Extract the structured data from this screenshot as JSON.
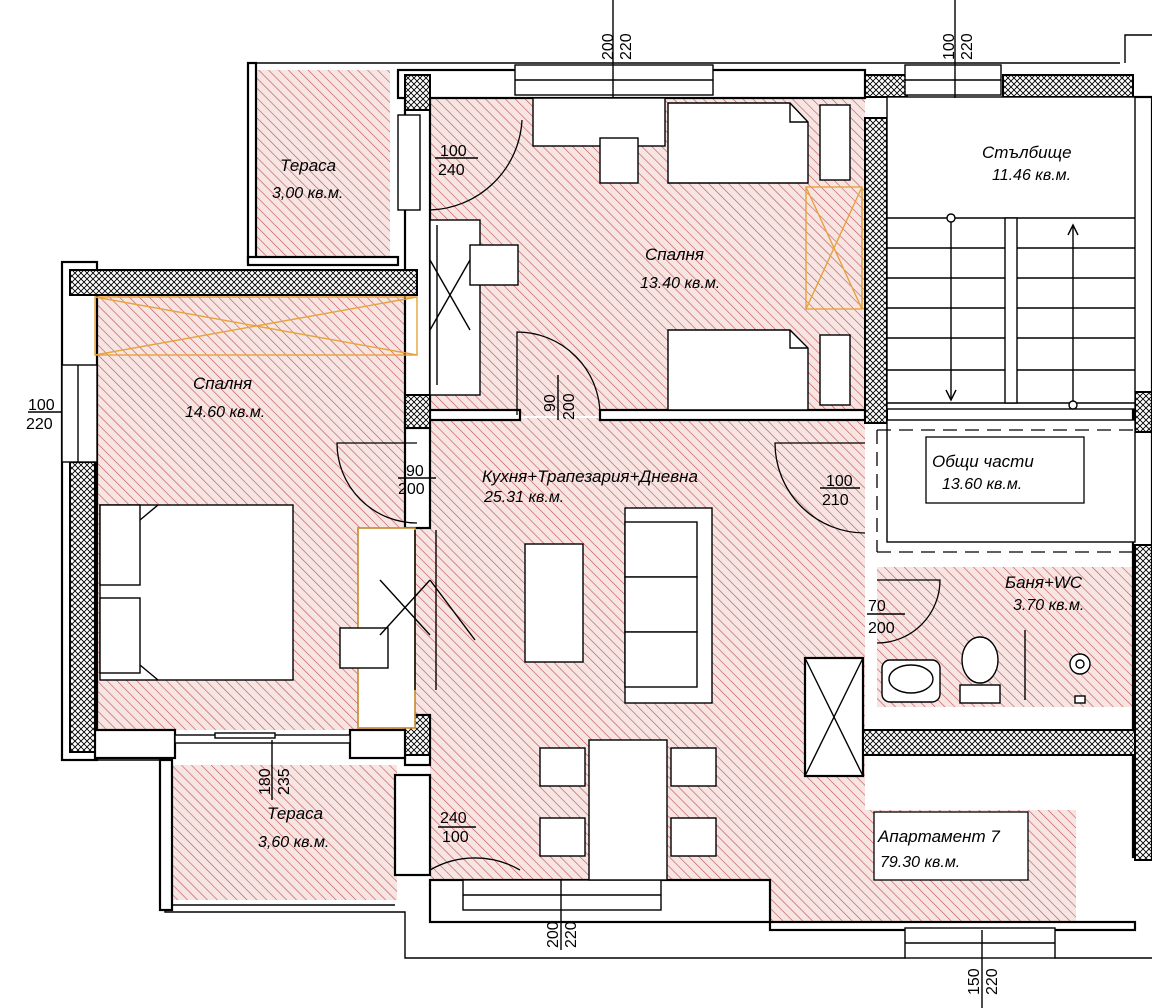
{
  "rooms": {
    "terrace_top": {
      "name": "Тераса",
      "area": "3,00 кв.м."
    },
    "stairwell": {
      "name": "Стълбище",
      "area": "11.46 кв.м."
    },
    "bedroom_1": {
      "name": "Спалня",
      "area": "13.40 кв.м."
    },
    "bedroom_2": {
      "name": "Спалня",
      "area": "14.60 кв.м."
    },
    "living": {
      "name": "Кухня+Трапезария+Дневна",
      "area": "25.31 кв.м."
    },
    "common": {
      "name": "Общи части",
      "area": "13.60 кв.м."
    },
    "bath": {
      "name": "Баня+WC",
      "area": "3.70 кв.м."
    },
    "terrace_bottom": {
      "name": "Тераса",
      "area": "3,60 кв.м."
    },
    "apartment": {
      "name": "Апартамент 7",
      "area": "79.30 кв.м."
    }
  },
  "dimensions": {
    "top_window_1": {
      "w": "200",
      "h": "220"
    },
    "top_window_2": {
      "w": "100",
      "h": "220"
    },
    "terrace_door_top": {
      "w": "100",
      "h": "240"
    },
    "left_window": {
      "w": "100",
      "h": "220"
    },
    "bedroom1_door": {
      "w": "90",
      "h": "200"
    },
    "bedroom2_door": {
      "w": "90",
      "h": "200"
    },
    "entry_door": {
      "w": "100",
      "h": "210"
    },
    "bath_door": {
      "w": "70",
      "h": "200"
    },
    "terrace_door_bottom": {
      "w": "240",
      "h": "100"
    },
    "balcony_window_left": {
      "w": "180",
      "h": "235"
    },
    "bottom_window_1": {
      "w": "200",
      "h": "220"
    },
    "bottom_window_2": {
      "w": "150",
      "h": "220"
    }
  },
  "colors": {
    "hatch": "#c0504d",
    "floor_bg": "#f6e5e3",
    "wardrobe": "#e8a23a",
    "wall_hatch": "#000000"
  }
}
